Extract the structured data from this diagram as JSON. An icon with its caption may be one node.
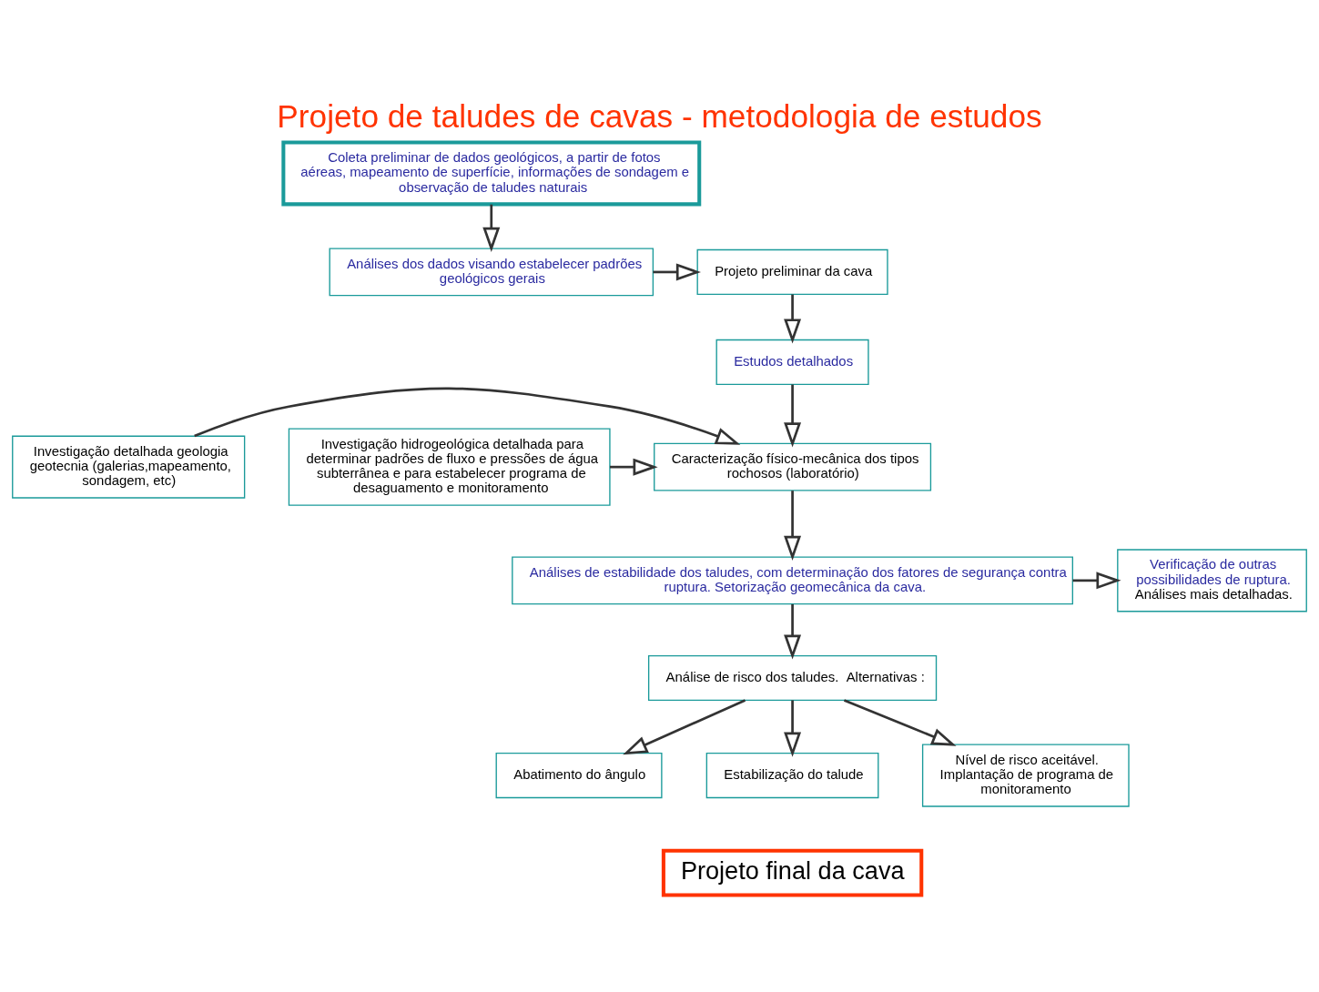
{
  "diagram": {
    "title": "Projeto de taludes de cavas - metodologia de estudos",
    "nodes": [
      {
        "text": [
          "Coleta preliminar de dados geológicos, a partir de fotos aéreas, mapeamento de superfície, informações de sondagem e observação de taludes naturais"
        ]
      },
      {
        "text": [
          "Análises dos dados visando estabelecer padrões geológicos gerais"
        ]
      },
      {
        "text": [
          "Projeto preliminar da cava"
        ]
      },
      {
        "text": [
          "Estudos detalhados"
        ]
      },
      {
        "text": [
          "Investigação detalhada geologia geotecnia (galerias,mapeamento, sondagem, etc)"
        ]
      },
      {
        "text": [
          "Caracterização físico-mecânica dos tipos rochosos (laboratório)"
        ]
      },
      {
        "text": [
          "Investigação hidrogeológica detalhada para determinar padrões de fluxo e pressões de água subterrânea e para estabelecer programa de desaguamento e monitoramento"
        ]
      },
      {
        "text": [
          "Análises de estabilidade dos taludes, com determinação dos fatores de segurança contra ruptura. Setorização geomecânica da cava."
        ]
      },
      {
        "text": [
          "Verificação de outras possibilidades de ruptura.",
          "Análises mais detalhadas."
        ]
      },
      {
        "text": [
          "Análise de risco dos taludes.  Alternativas :"
        ]
      },
      {
        "text": [
          "Abatimento do ângulo"
        ]
      },
      {
        "text": [
          "Estabilização do talude"
        ]
      },
      {
        "text": [
          "Nível de risco aceitável. Implantação de programa de monitoramento"
        ]
      },
      {
        "text": [
          "Projeto final da cava"
        ]
      }
    ],
    "edges": [
      {
        "from": 0,
        "to": 1,
        "arrow": "to"
      },
      {
        "from": 1,
        "to": 2,
        "arrow": "to"
      },
      {
        "from": 2,
        "to": 3,
        "arrow": "to"
      },
      {
        "from": 3,
        "to": 5,
        "arrow": "to"
      },
      {
        "from": 4,
        "to": 5,
        "arrow": "to"
      },
      {
        "from": 6,
        "to": 5,
        "arrow": "to"
      },
      {
        "from": 5,
        "to": 7,
        "arrow": "to"
      },
      {
        "from": 7,
        "to": 8,
        "arrow": "to"
      },
      {
        "from": 7,
        "to": 9,
        "arrow": "to"
      },
      {
        "from": 9,
        "to": 10,
        "arrow": "to"
      },
      {
        "from": 9,
        "to": 11,
        "arrow": "to"
      },
      {
        "from": 9,
        "to": 12,
        "arrow": "to"
      }
    ]
  }
}
